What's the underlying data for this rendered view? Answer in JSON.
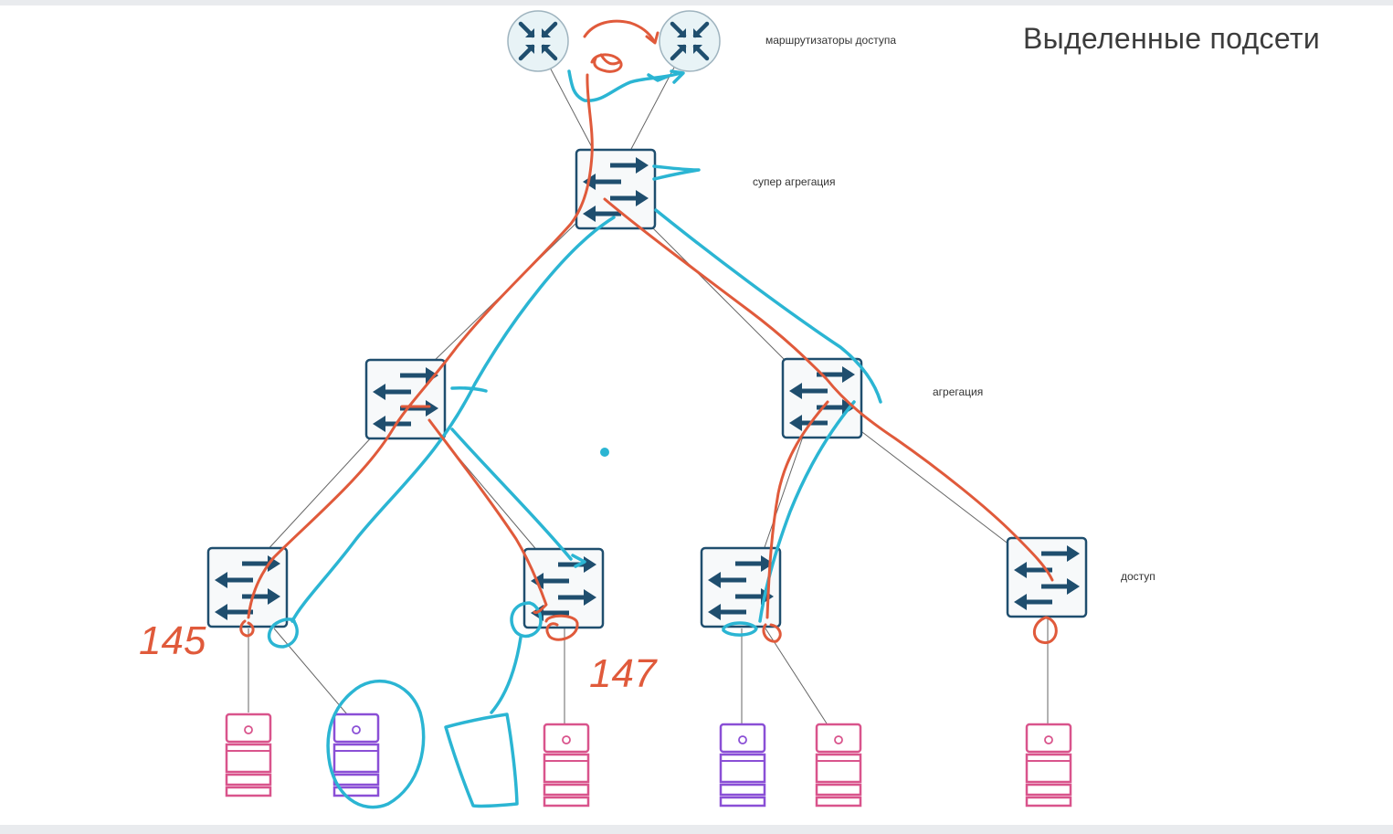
{
  "title": "Выделенные подсети",
  "labels": {
    "routers": "маршрутизаторы доступа",
    "super_aggregation": "супер агрегация",
    "aggregation": "агрегация",
    "access": "доступ"
  },
  "annotations": {
    "left_number": "145",
    "right_number": "147"
  },
  "icons": {
    "router": "router-icon",
    "switch": "switch-icon",
    "server": "server-icon"
  },
  "colors": {
    "switch_stroke": "#1f4e6e",
    "switch_fill": "#f7f9fa",
    "router_fill": "#e8f3f6",
    "arrow": "#1f4e6e",
    "server_pink": "#d9548c",
    "server_purple": "#8a4fd6",
    "annotation_orange": "#e05a3b",
    "annotation_blue": "#2bb5d3"
  },
  "nodes": {
    "routers": 2,
    "super_aggregation_switches": 1,
    "aggregation_switches": 2,
    "access_switches": 4,
    "servers": 6
  }
}
